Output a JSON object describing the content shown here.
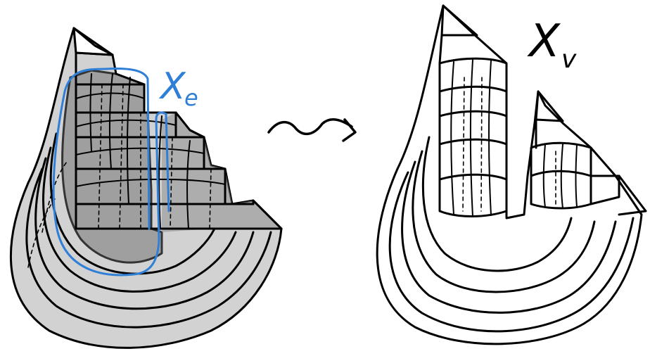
{
  "labels": {
    "left_space": "X",
    "left_subscript": "e",
    "right_space": "X",
    "right_subscript": "v"
  },
  "colors": {
    "ink": "#000000",
    "highlight": "#2f7fd6",
    "light_shade": "#d2d2d2",
    "dark_shade": "#8e8e8e"
  }
}
